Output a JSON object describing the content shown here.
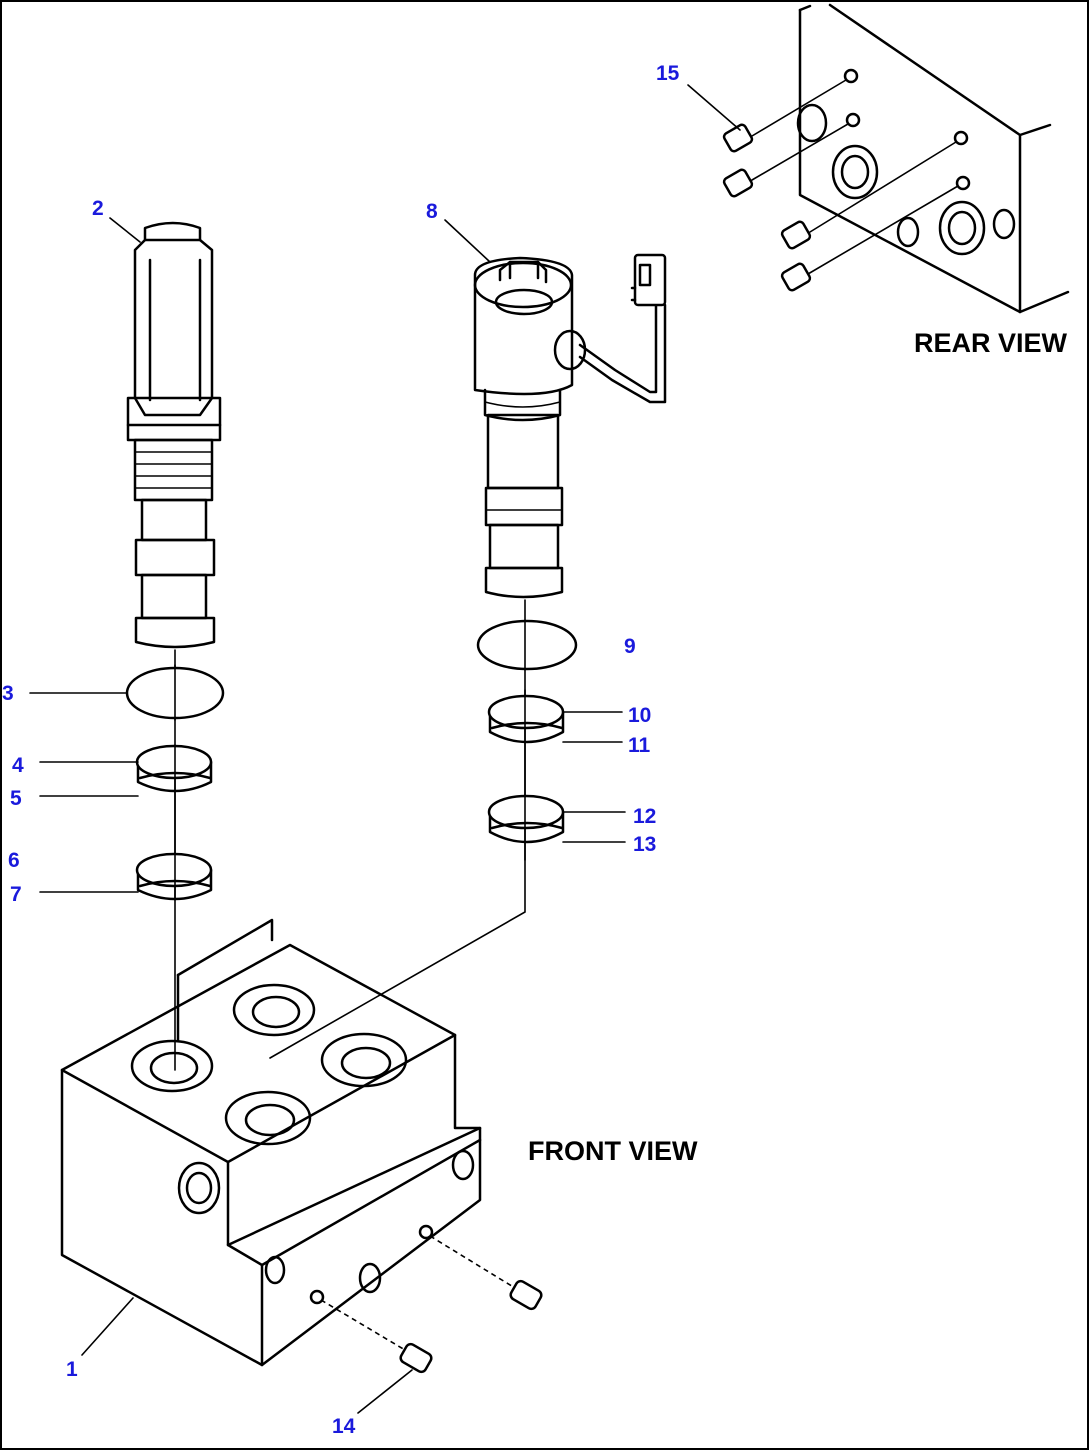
{
  "diagram": {
    "view_labels": {
      "front": "FRONT VIEW",
      "rear": "REAR VIEW"
    },
    "callouts": [
      {
        "id": "1",
        "label": "1"
      },
      {
        "id": "2",
        "label": "2"
      },
      {
        "id": "3",
        "label": "3"
      },
      {
        "id": "4",
        "label": "4"
      },
      {
        "id": "5",
        "label": "5"
      },
      {
        "id": "6",
        "label": "6"
      },
      {
        "id": "7",
        "label": "7"
      },
      {
        "id": "8",
        "label": "8"
      },
      {
        "id": "9",
        "label": "9"
      },
      {
        "id": "10",
        "label": "10"
      },
      {
        "id": "11",
        "label": "11"
      },
      {
        "id": "12",
        "label": "12"
      },
      {
        "id": "13",
        "label": "13"
      },
      {
        "id": "14",
        "label": "14"
      },
      {
        "id": "15",
        "label": "15"
      }
    ],
    "colors": {
      "callout": "#1a1adc",
      "line": "#000000",
      "background": "#ffffff"
    }
  }
}
